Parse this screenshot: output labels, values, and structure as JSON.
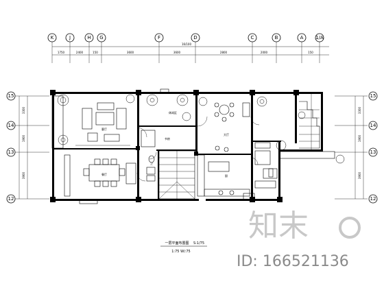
{
  "axes_top": [
    "K",
    "J",
    "H",
    "G",
    "F",
    "D",
    "C",
    "B",
    "A",
    "1/A"
  ],
  "axes_left": [
    "15",
    "14",
    "13",
    "12"
  ],
  "axes_right": [
    "15",
    "14",
    "13",
    "12"
  ],
  "dimensions_top": [
    "1750",
    "2400",
    "150",
    "3600",
    "3600",
    "2800",
    "2000",
    "150"
  ],
  "dimension_total_top": "16/100",
  "dimensions_left": [
    "3300",
    "1900",
    "3900"
  ],
  "dimensions_right": [
    "3300",
    "1900",
    "3900"
  ],
  "rooms": [
    {
      "label": "客厅",
      "id": "living"
    },
    {
      "label": "餐厅",
      "id": "dining"
    },
    {
      "label": "书房",
      "id": "study"
    },
    {
      "label": "大厅",
      "id": "hall"
    },
    {
      "label": "卫",
      "id": "wc"
    },
    {
      "label": "休闲区",
      "id": "lounge"
    },
    {
      "label": "厨",
      "id": "kitchen"
    }
  ],
  "drawing_title": "一层平面布置图",
  "drawing_scale": "S:1/75",
  "drawing_subtitle": "1:75   W/:75",
  "watermark": {
    "logo_text": "知末",
    "id_text": "ID: 166521136"
  }
}
